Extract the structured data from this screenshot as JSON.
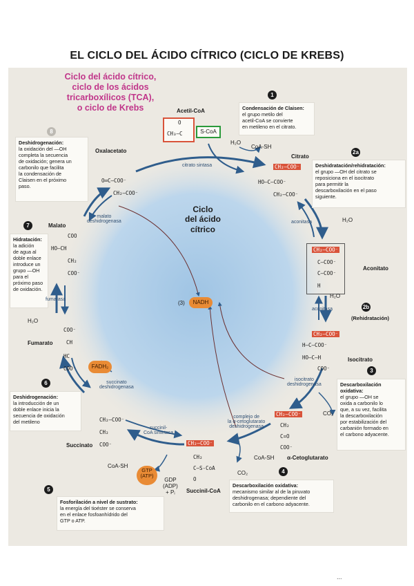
{
  "page": {
    "title": "EL CICLO DEL ÁCIDO CÍTRICO (CICLO DE KREBS)"
  },
  "header_callout": {
    "lines": [
      "Ciclo del ácido cítrico,",
      "ciclo de los ácidos",
      "tricarboxílicos (TCA),",
      "o ciclo de Krebs"
    ]
  },
  "cycle": {
    "center_label_1": "Ciclo",
    "center_label_2": "del ácido cítrico",
    "nadh_prefix": "(3)",
    "nadh": "NADH"
  },
  "colors": {
    "highlight": "#d9533a",
    "cofactor": "#e98b35",
    "arrow": "#2f5d8c",
    "title_pink": "#c0358a",
    "green_box": "#2a9a3a"
  },
  "steps": {
    "s1": {
      "num": "1",
      "title": "Condensación de Claisen:",
      "text": [
        "el grupo metilo del",
        "acetil-CoA se convierte",
        "en metileno en el citrato."
      ]
    },
    "s2a": {
      "num": "2a",
      "title": "Deshidratación/rehidratación:",
      "text": [
        "el grupo —OH del citrato se",
        "reposiciona en el isocitrato",
        "para permitir la",
        "descarboxilación en el paso",
        "siguiente."
      ]
    },
    "s2b": {
      "num": "2b",
      "label": "(Rehidratación)"
    },
    "s3": {
      "num": "3",
      "title": "Descarboxilación oxidativa:",
      "text": [
        "el grupo —OH se",
        "oxida a carbonilo lo",
        "que, a su vez, facilita",
        "la descarboxilación",
        "por estabilización del",
        "carbanión formado en",
        "el carbono adyacente."
      ]
    },
    "s4": {
      "num": "4",
      "title": "Descarboxilación oxidativa:",
      "text": [
        "mecanismo similar al de la piruvato",
        "deshidrogenasa; dependiente del",
        "carbonilo en el carbono adyacente."
      ]
    },
    "s5": {
      "num": "5",
      "title": "Fosforilación a nivel de sustrato:",
      "text": [
        "la energía del tioéster se conserva",
        "en el enlace fosfoanhídrido del",
        "GTP o ATP."
      ]
    },
    "s6": {
      "num": "6",
      "title": "Deshidrogenación:",
      "text": [
        "la introducción de un",
        "doble enlace inicia la",
        "secuencia de oxidación",
        "del metileno"
      ]
    },
    "s7": {
      "num": "7",
      "title": "Hidratación:",
      "text": [
        "la adición",
        "de agua al",
        "doble enlace",
        "introduce un",
        "grupo —OH",
        "para el",
        "próximo paso",
        "de oxidación."
      ]
    },
    "s8": {
      "num": "8",
      "title": "Deshidrogenación:",
      "text": [
        "la oxidación del —OH",
        "completa la secuencia",
        "de oxidación; genera un",
        "carbonilo que facilita",
        "la condensación de",
        "Claisen en el próximo",
        "paso."
      ]
    }
  },
  "metabolites": {
    "acetyl_coa": {
      "name": "Acetil-CoA",
      "red_part": "CH₃—C",
      "o": "O",
      "green_part": "S-CoA"
    },
    "citrate": {
      "name": "Citrato",
      "lines": [
        "CH₂—COO⁻",
        "HO—C—COO⁻",
        "CH₂—COO⁻"
      ]
    },
    "aconitate": {
      "name": "Aconitato",
      "lines": [
        "CH₂—COO⁻",
        "C—COO⁻",
        "C—COO⁻",
        "H"
      ]
    },
    "isocitrate": {
      "name": "Isocitrato",
      "lines": [
        "CH₂—COO⁻",
        "H—C—COO⁻",
        "HO—C—H",
        "COO⁻"
      ]
    },
    "ketoglutarate": {
      "name": "α-Cetoglutarato",
      "lines": [
        "CH₂—COO⁻",
        "CH₂",
        "C=O",
        "COO⁻"
      ]
    },
    "succinyl_coa": {
      "name": "Succinil-CoA",
      "lines": [
        "CH₂—COO⁻",
        "CH₂",
        "C—S-CoA",
        "O"
      ]
    },
    "succinate": {
      "name": "Succinato",
      "lines": [
        "CH₂—COO⁻",
        "CH₂",
        "COO⁻"
      ]
    },
    "fumarate": {
      "name": "Fumarato",
      "lines": [
        "COO⁻",
        "CH",
        "HC",
        "COO⁻"
      ]
    },
    "malate": {
      "name": "Malato",
      "lines": [
        "COO",
        "HO—CH",
        "CH₂",
        "COO⁻"
      ]
    },
    "oxaloacetate": {
      "name": "Oxalacetato",
      "lines": [
        "O═C—COO⁻",
        "CH₂—COO⁻"
      ]
    }
  },
  "enzymes": {
    "citrate_synthase": "citrato sintasa",
    "aconitase_1": "aconitasa",
    "aconitase_2": "aconitasa",
    "isocitrate_dh": [
      "isocitrato",
      "deshidrogenasa"
    ],
    "akg_dh": [
      "complejo de",
      "la α-cetoglutarato",
      "deshidrogenasa"
    ],
    "succinyl_synthetase": [
      "succinil-",
      "CoA sintetasa"
    ],
    "succinate_dh": [
      "succinato",
      "deshidrogenasa"
    ],
    "fumarase": "fumarasa",
    "malate_dh": [
      "malato",
      "deshidrogenasa"
    ]
  },
  "small_labels": {
    "h2o_1": "H₂O",
    "coa_sh_1": "CoA-SH",
    "h2o_2": "H₂O",
    "h2o_3": "H₂O",
    "co2_1": "CO₂",
    "coa_sh_2": "CoA-SH",
    "co2_2": "CO₂",
    "coa_sh_3": "CoA-SH",
    "gdp": "GDP",
    "adp": "(ADP)",
    "pi": "+ Pᵢ",
    "gtp": "GTP",
    "atp": "(ATP)",
    "fadh2": "FADH₂",
    "h2o_4": "H₂O"
  },
  "footer_mark": "..."
}
